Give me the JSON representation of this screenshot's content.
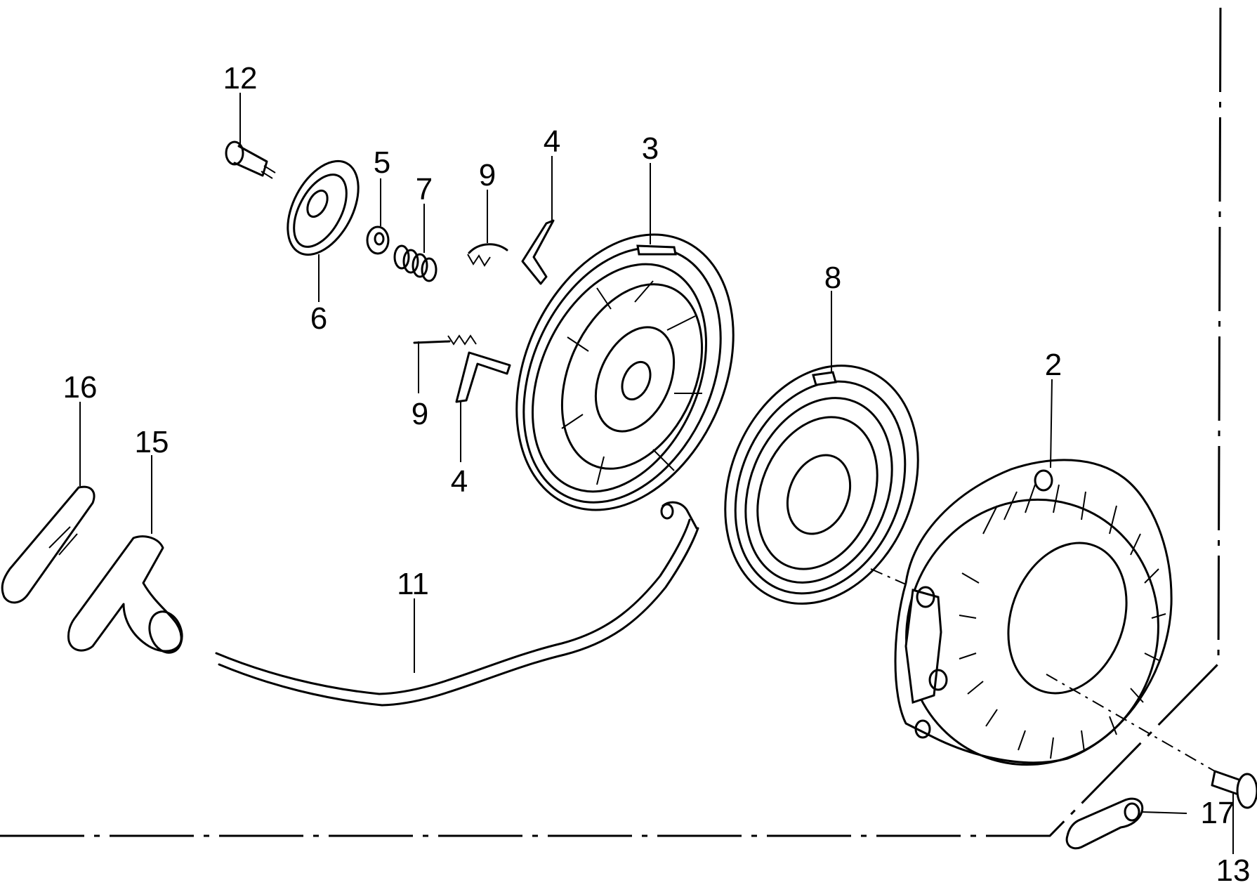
{
  "callouts": {
    "c12": "12",
    "c5": "5",
    "c7": "7",
    "c9a": "9",
    "c4a": "4",
    "c3": "3",
    "c6": "6",
    "c8": "8",
    "c9b": "9",
    "c4b": "4",
    "c2": "2",
    "c16": "16",
    "c15": "15",
    "c11": "11",
    "c17": "17",
    "c13": "13"
  }
}
